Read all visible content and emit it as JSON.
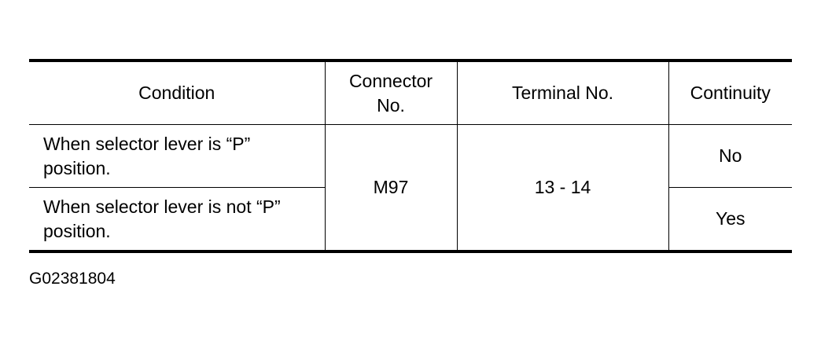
{
  "table": {
    "headers": {
      "condition": "Condition",
      "connector_line1": "Connector",
      "connector_line2": "No.",
      "terminal": "Terminal No.",
      "continuity": "Continuity"
    },
    "rows": [
      {
        "condition_line1": "When selector lever is “P”",
        "condition_line2": "position.",
        "continuity": "No"
      },
      {
        "condition_line1": "When selector lever is not “P”",
        "condition_line2": "position.",
        "continuity": "Yes"
      }
    ],
    "connector": "M97",
    "terminal": "13 - 14"
  },
  "figure_code": "G02381804"
}
